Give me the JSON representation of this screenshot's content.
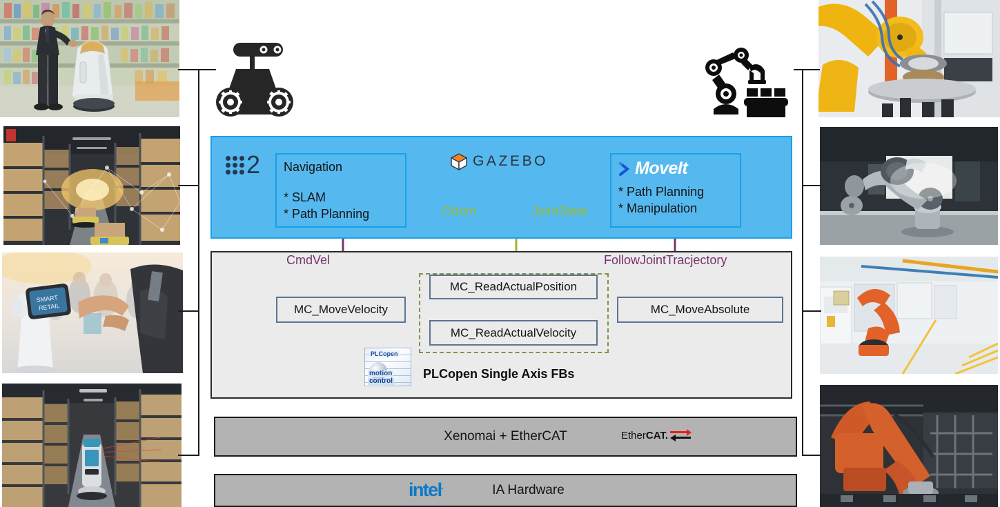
{
  "diagram": {
    "title": "ROS2 / PLCopen robotics software stack",
    "top_icons": [
      {
        "name": "mobile-robot-icon",
        "label": "AMR mobile robot"
      },
      {
        "name": "robot-arm-icon",
        "label": "Industrial robot arm"
      }
    ],
    "ros_band": {
      "logo_digit": "2",
      "logo_name": "ros2-logo",
      "navigation": {
        "title": "Navigation",
        "items": [
          "* SLAM",
          "* Path Planning"
        ]
      },
      "moveit": {
        "title": "MoveIt",
        "items": [
          "* Path Planning",
          "* Manipulation"
        ]
      },
      "gazebo": {
        "word": "GAZEBO"
      },
      "arrow_labels": {
        "left": "Odom",
        "right": "JointState"
      }
    },
    "plcopen_band": {
      "caption": "PLCopen Single Axis FBs",
      "edge_labels": {
        "left": "CmdVel",
        "right": "FollowJointTracjectory"
      },
      "blocks": [
        {
          "name": "mc-movevelocity",
          "label": "MC_MoveVelocity"
        },
        {
          "name": "mc-readactualposition",
          "label": "MC_ReadActualPosition"
        },
        {
          "name": "mc-readactualvelocity",
          "label": "MC_ReadActualVelocity"
        },
        {
          "name": "mc-moveabsolute",
          "label": "MC_MoveAbsolute"
        }
      ],
      "logo": {
        "line1": "PLCopen",
        "line2": "motion",
        "line3": "control"
      }
    },
    "middleware_bar": {
      "label": "Xenomai + EtherCAT",
      "logo": {
        "prefix": "Ether",
        "suffix": "CAT."
      }
    },
    "hardware_bar": {
      "label": "IA Hardware",
      "logo": {
        "word": "intel",
        "mark": "."
      }
    },
    "colors": {
      "ros_blue": "#55b9ef",
      "ros_blue_border": "#1aa0e6",
      "band_gray": "#ebebeb",
      "bar_gray": "#b3b3b3",
      "purple": "#77336d",
      "green": "#9aba2e",
      "dashed_green": "#7f9447",
      "block_border": "#5b7592",
      "intel_blue": "#0c79c6",
      "gazebo_orange": "#f58220"
    },
    "photos_left": [
      {
        "name": "photo-retail-service-robot",
        "caption": "Service robot with shopper in supermarket aisle"
      },
      {
        "name": "photo-warehouse-agv",
        "caption": "Warehouse AGVs carrying boxes in aisle"
      },
      {
        "name": "photo-smart-retail-robot",
        "caption": "Smart Retail touchscreen robot with customer hand"
      },
      {
        "name": "photo-inventory-robot",
        "caption": "Inventory scanning robot in warehouse aisle"
      }
    ],
    "photos_right": [
      {
        "name": "photo-yellow-industrial-arm",
        "caption": "Yellow industrial robot arm machining a part"
      },
      {
        "name": "photo-collaborative-arm",
        "caption": "Grey collaborative robot arm on workbench"
      },
      {
        "name": "photo-factory-line",
        "caption": "Orange robot arm on a factory production line"
      },
      {
        "name": "photo-orange-welding-arm",
        "caption": "Large orange robot arm on linear rail"
      }
    ]
  }
}
